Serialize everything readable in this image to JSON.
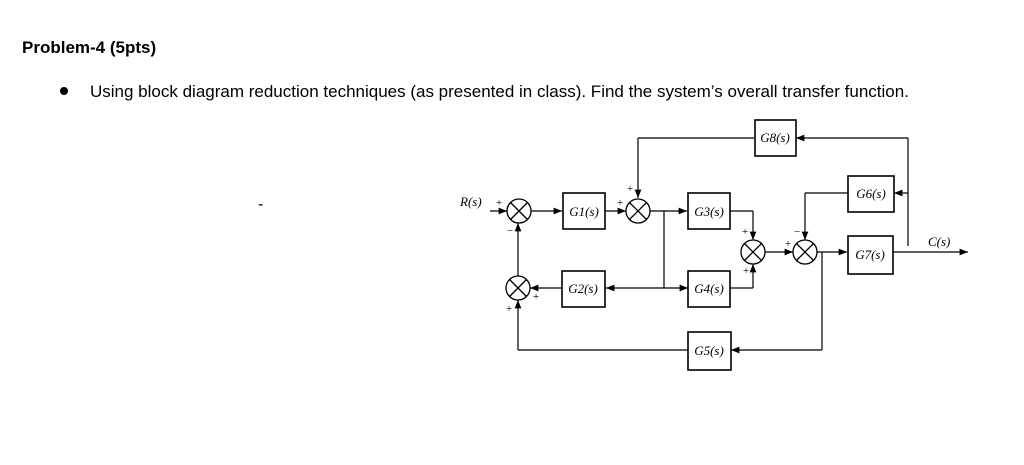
{
  "heading": "Problem-4 (5pts)",
  "instruction": "Using block diagram reduction techniques (as presented in class). Find the system’s overall transfer function.",
  "stray_mark": "-",
  "diagram": {
    "input_label": "R(s)",
    "output_label": "C(s)",
    "blocks": {
      "g1": "G1(s)",
      "g2": "G2(s)",
      "g3": "G3(s)",
      "g4": "G4(s)",
      "g5": "G5(s)",
      "g6": "G6(s)",
      "g7": "G7(s)",
      "g8": "G8(s)"
    },
    "signs": {
      "plus": "+",
      "minus": "−"
    }
  }
}
